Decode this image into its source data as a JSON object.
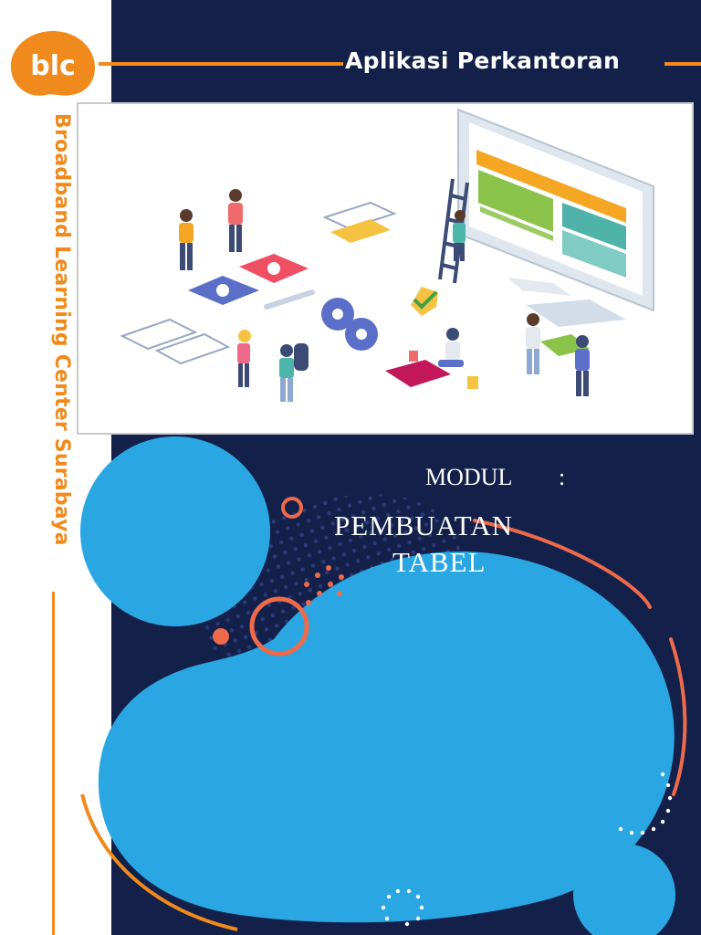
{
  "header": {
    "logo_text": "blc",
    "title": "Aplikasi Perkantoran"
  },
  "sidebar": {
    "vertical_text": "Broadband Learning Center Surabaya"
  },
  "cover": {
    "modul_label": "MODUL",
    "modul_colon": ":",
    "title_line1": "PEMBUATAN",
    "title_line2": "TABEL"
  },
  "colors": {
    "navy": "#13204a",
    "orange": "#f18a1c",
    "blue": "#2aa7e2",
    "coral": "#ef6a4a"
  },
  "icons": [
    "blc-logo",
    "team-illustration",
    "gear-icon",
    "ladder-icon",
    "monitor-icon"
  ]
}
